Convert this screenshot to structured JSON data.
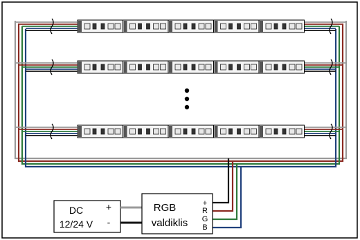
{
  "colors": {
    "white_wire": "#9a9a9a",
    "red_wire": "#8b2a22",
    "green_wire": "#2e7a3b",
    "blue_wire": "#20407c",
    "black_wire": "#111111",
    "strip_fill": "#f4f4f4",
    "led_fill": "#e8e8e8",
    "frame": "#000000"
  },
  "strips": {
    "row_count": 3,
    "segments_per_row": 5,
    "ellipsis_glyph": "•••"
  },
  "power_supply": {
    "line1": "DC",
    "line2": "12/24 V",
    "plus": "+",
    "minus": "-"
  },
  "controller": {
    "line1": "RGB",
    "line2": "valdiklis",
    "pins": [
      "+",
      "R",
      "G",
      "B"
    ]
  }
}
